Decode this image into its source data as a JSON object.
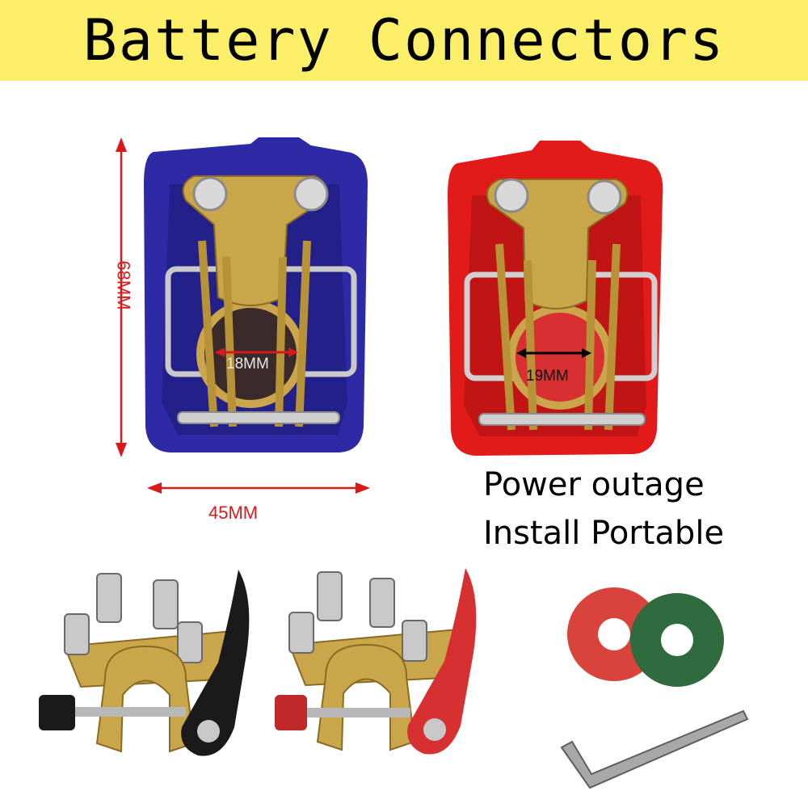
{
  "banner": {
    "title": "Battery Connectors",
    "background": "#fbef6a"
  },
  "dimensions": {
    "height": "68MM",
    "width": "45MM",
    "negative_diameter": "18MM",
    "positive_diameter": "19MM",
    "arrow_color": "#d81a1a"
  },
  "caption": {
    "line1": "Power outage",
    "line2": "Install Portable"
  },
  "colors": {
    "negative_cover": "#2e2aa6",
    "positive_cover": "#e21a1a",
    "brass": "#c9a64a",
    "washer_red": "#d8433b",
    "washer_green": "#2f6b3c"
  }
}
